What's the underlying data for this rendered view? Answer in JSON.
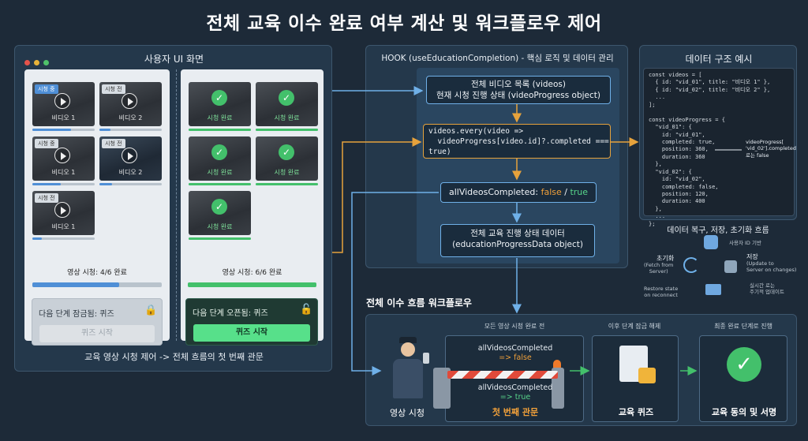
{
  "title": "전체 교육 이수 완료 여부 계산 및 워크플로우 제어",
  "left_panel": {
    "title": "사용자 UI 화면",
    "screen_a": {
      "videos": [
        {
          "tag": "시청 중",
          "label": "비디오 1",
          "progress": 0.62,
          "tag_style": "blue"
        },
        {
          "tag": "시청 전",
          "label": "비디오 2",
          "progress": 0.18,
          "tag_style": "gray"
        },
        {
          "tag": "시청 중",
          "label": "비디오 1",
          "progress": 0.45,
          "tag_style": "gray"
        },
        {
          "tag": "시청 전",
          "label": "비디오 2",
          "progress": 0.2,
          "tag_style": "gray"
        },
        {
          "tag": "시청 전",
          "label": "비디오 1",
          "progress": 0.15,
          "tag_style": "gray"
        }
      ],
      "caption": "영상 시청: 4/6 완료",
      "overall_progress": 0.67,
      "lock_text": "다음 단계 잠금됨: 퀴즈",
      "button": "퀴즈 시작"
    },
    "screen_b": {
      "videos": [
        {
          "label": "시청 완료"
        },
        {
          "label": "시청 완료"
        },
        {
          "label": "시청 완료"
        },
        {
          "label": "시청 완료"
        },
        {
          "label": "시청 완료"
        }
      ],
      "caption": "영상 시청: 6/6 완료",
      "overall_progress": 1.0,
      "unlock_text": "다음 단계 오픈됨: 퀴즈",
      "button": "퀴즈 시작"
    },
    "footer": "교육 영상 시청 제어 -> 전체 흐름의 첫 번째 관문"
  },
  "hook_panel": {
    "title": "HOOK (useEducationCompletion) - 핵심 로직 및 데이터 관리",
    "node1_line1": "전체 비디오 목록 (videos)",
    "node1_line2": "현재 시청 진행 상태 (videoProgress object)",
    "code_line1": "videos.every(video =>",
    "code_line2": "  videoProgress[video.id]?.completed ===",
    "code_line3": "true)",
    "result_prefix": "allVideosCompleted: ",
    "result_false": "false",
    "result_sep": " / ",
    "result_true": "true",
    "node4_line1": "전체 교육 진행 상태 데이터",
    "node4_line2": "(educationProgressData object)"
  },
  "data_panel": {
    "title": "데이터 구조 예시",
    "code": "const videos = [\n  { id: \"vid_01\", title: \"비디오 1\" },\n  { id: \"vid_02\", title: \"비디오 2\" },\n  ...\n];\n\nconst videoProgress = {\n  \"vid_01\": {\n    id: \"vid_01\",\n    completed: true,\n    position: 360,\n    duration: 360\n  },\n  \"vid_02\": {\n    id: \"vid_02\",\n    completed: false,\n    position: 120,\n    duration: 400\n  },\n  ...\n};",
    "annotation": "videoProgress[\n'vid_02'].completed\n로는 false"
  },
  "cycle": {
    "title": "데이터 복구, 저장, 초기화 흐름",
    "user_id": "사용자 ID 기반",
    "save_title": "저장",
    "save_desc": "(Update to\nServer on changes)",
    "init_title": "초기화",
    "init_desc": "(Fetch from\nServer)",
    "realtime": "실시간 로는\n주기적 업데이트",
    "restore": "Restore state\non reconnect"
  },
  "workflow": {
    "title": "전체 이수 흐름 워크플로우",
    "user_label": "영상 시청",
    "gate_caption": "모든 영상 시청 완료 전",
    "gate_false_1": "allVideosCompleted",
    "gate_false_2": "=> false",
    "gate_true_1": "allVideosCompleted",
    "gate_true_2": "=> true",
    "gate_label": "첫 번째 관문",
    "quiz_caption": "이후 단계 잠금 해제",
    "quiz_label": "교육 퀴즈",
    "final_caption": "최종 완료 단계로 진행",
    "final_label": "교육 동의 및 서명"
  },
  "colors": {
    "accent_blue": "#6fb0e8",
    "accent_orange": "#e6a23c",
    "success_green": "#43c06b"
  }
}
